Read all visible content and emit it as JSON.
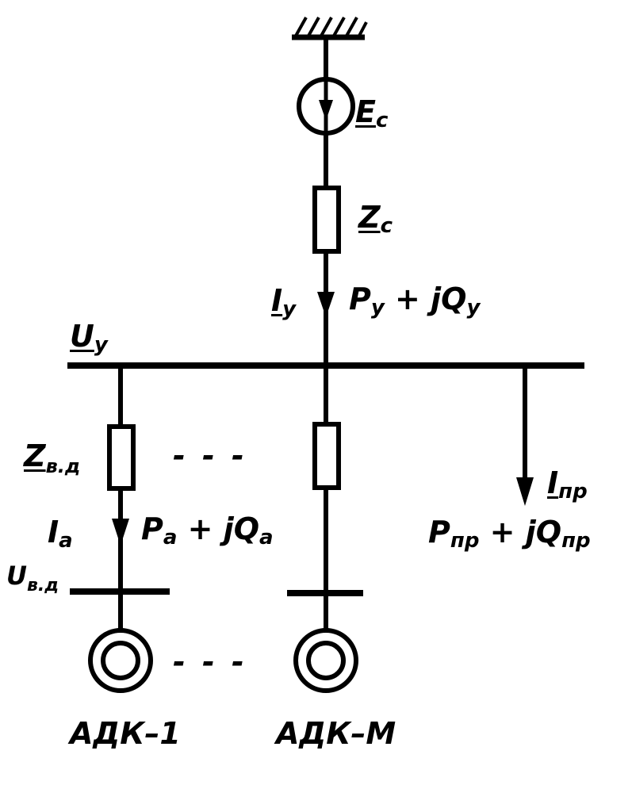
{
  "labels": {
    "source_emf": {
      "main": "E",
      "sub": "c"
    },
    "source_impedance": {
      "main": "Z",
      "sub": "c"
    },
    "node_current": {
      "main": "I",
      "sub": "y"
    },
    "node_power": {
      "p": "P",
      "p_sub": "y",
      "mid": " + jQ",
      "q_sub": "y"
    },
    "node_voltage": {
      "main": "U",
      "sub": "y"
    },
    "line_impedance": {
      "main": "Z",
      "sub": "в.д"
    },
    "motor_current": {
      "main": "I",
      "sub": "a"
    },
    "motor_power": {
      "p": "P",
      "p_sub": "a",
      "mid": " + jQ",
      "q_sub": "a"
    },
    "motor_voltage": {
      "main": "U",
      "sub": "в.д"
    },
    "load_current": {
      "main": "I",
      "sub": "пр"
    },
    "load_power": {
      "p": "P",
      "p_sub": "пр",
      "mid": " + jQ",
      "q_sub": "пр"
    },
    "dashes_1": "- - -",
    "dashes_2": "- - -",
    "motor_1": "АДК–1",
    "motor_m": "АДК–М"
  }
}
